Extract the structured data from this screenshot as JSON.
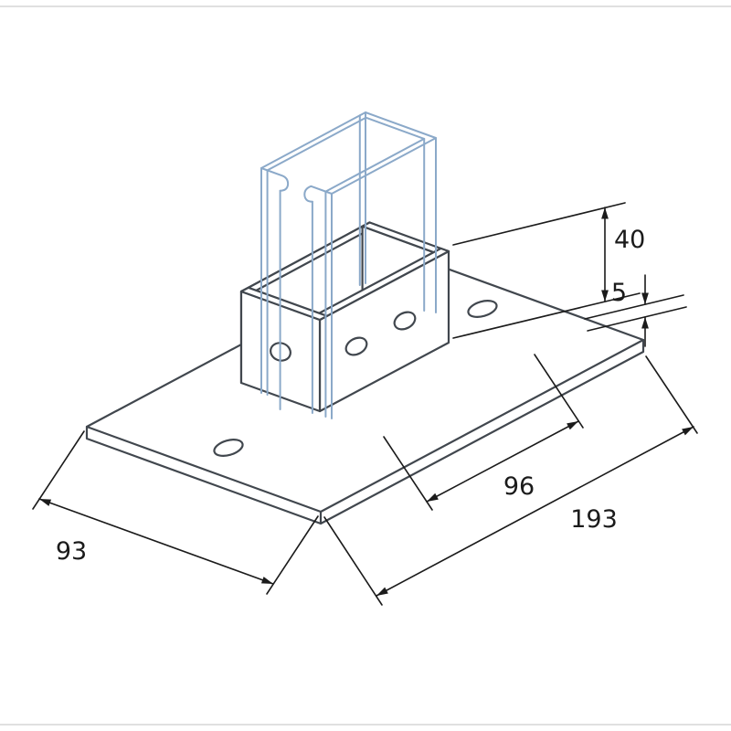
{
  "meta": {
    "title": "Isometric technical drawing: channel base plate with U bracket"
  },
  "colors": {
    "channel": "#8ba9c9",
    "bracket": "#41474e",
    "dimension": "#1b1b1b",
    "background": "#ffffff",
    "frame": "#d6d6d6"
  },
  "dims": {
    "bracket_height": "40",
    "plate_thickness": "5",
    "hole_spacing": "96",
    "plate_length": "193",
    "plate_width": "93"
  }
}
